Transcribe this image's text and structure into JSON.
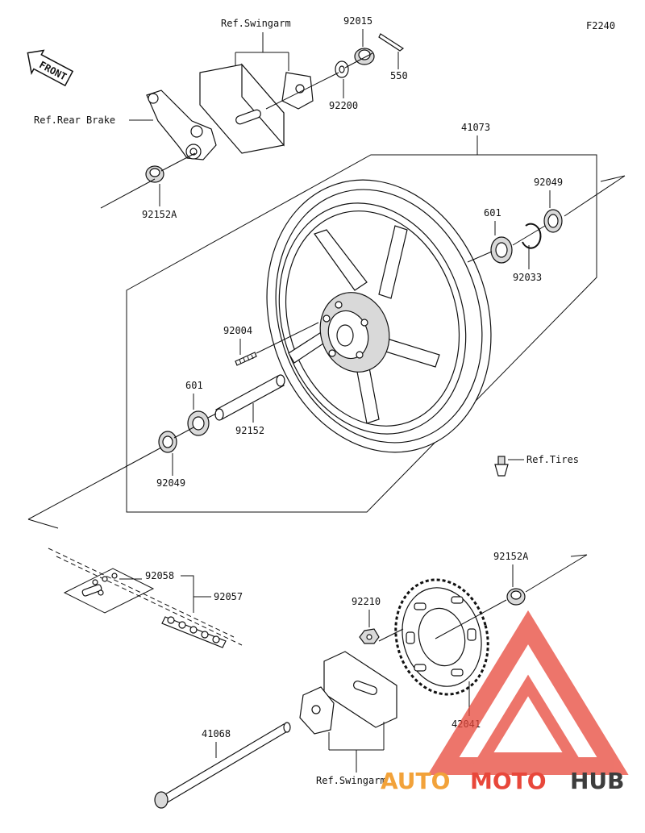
{
  "diagram": {
    "code": "F2240",
    "front_badge": "FRONT",
    "labels": {
      "ref_swingarm_top": "Ref.Swingarm",
      "p92015": "92015",
      "p550": "550",
      "p92200": "92200",
      "ref_rear_brake": "Ref.Rear Brake",
      "p41073": "41073",
      "p92152A_top": "92152A",
      "p92049_right": "92049",
      "p601_right": "601",
      "p92033": "92033",
      "p92004": "92004",
      "p601_left": "601",
      "p92152": "92152",
      "p92049_left": "92049",
      "ref_tires": "Ref.Tires",
      "p92058": "92058",
      "p92057": "92057",
      "p92152A_bottom": "92152A",
      "p92210": "92210",
      "p42041": "42041",
      "p41068": "41068",
      "ref_swingarm_bottom": "Ref.Swingarm"
    }
  },
  "watermark": {
    "text_auto": "AUTO",
    "text_moto": "MOTO",
    "text_hub": "HUB",
    "color_primary": "#e8473a",
    "color_secondary": "#f2a23a",
    "color_hub": "#3d3d3d"
  }
}
